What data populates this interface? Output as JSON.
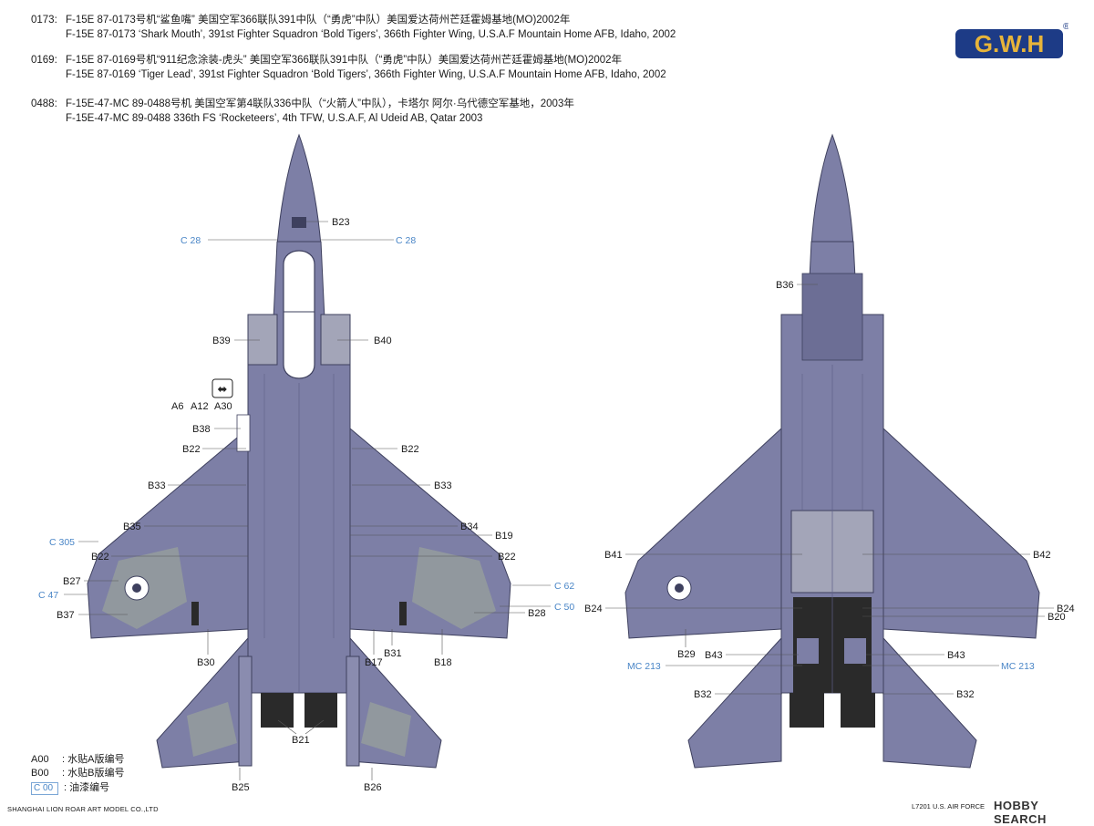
{
  "header": [
    {
      "code": "0173:",
      "line1": "F-15E 87-0173号机“鲨鱼嘴”  美国空军366联队391中队（“勇虎”中队）美国爱达荷州芒廷霍姆基地(MO)2002年",
      "line2": "F-15E 87-0173 ‘Shark Mouth’,  391st Fighter Squadron ‘Bold Tigers’, 366th Fighter Wing, U.S.A.F Mountain Home AFB, Idaho,  2002"
    },
    {
      "code": "0169:",
      "line1": "F-15E 87-0169号机“911纪念涂装-虎头”  美国空军366联队391中队（“勇虎”中队）美国爱达荷州芒廷霍姆基地(MO)2002年",
      "line2": "F-15E 87-0169 ‘Tiger Lead’,  391st Fighter Squadron ‘Bold Tigers’,  366th Fighter Wing, U.S.A.F Mountain Home AFB, Idaho,  2002"
    },
    {
      "code": "0488:",
      "line1": "F-15E-47-MC 89-0488号机 美国空军第4联队336中队（“火箭人”中队），卡塔尔 阿尔·乌代德空军基地，2003年",
      "line2": "F-15E-47-MC 89-0488 336th FS ‘Rocketeers’, 4th TFW, U.S.A.F, Al Udeid AB, Qatar 2003"
    }
  ],
  "logo": {
    "text": "G.W.H",
    "registered": "®"
  },
  "top_view_labels": {
    "b23": "B23",
    "b39": "B39",
    "b40": "B40",
    "b38": "B38",
    "b22": "B22",
    "b33": "B33",
    "b35": "B35",
    "b34": "B34",
    "b19": "B19",
    "b27": "B27",
    "b37": "B37",
    "b28": "B28",
    "b30": "B30",
    "b31": "B31",
    "b17": "B17",
    "b18": "B18",
    "b21": "B21",
    "b25": "B25",
    "b26": "B26",
    "a6": "A6",
    "a12": "A12",
    "a30": "A30",
    "c28": "C 28",
    "c305": "C 305",
    "c47": "C 47",
    "c62": "C 62",
    "c50": "C 50"
  },
  "bottom_view_labels": {
    "b36": "B36",
    "b41": "B41",
    "b42": "B42",
    "b24": "B24",
    "b20": "B20",
    "b29": "B29",
    "b43": "B43",
    "b32": "B32",
    "mc213": "MC 213"
  },
  "legend": [
    {
      "key": "A00",
      "sep": ":",
      "text": "水贴A版编号"
    },
    {
      "key": "B00",
      "sep": ":",
      "text": "水贴B版编号"
    },
    {
      "key": "C 00",
      "sep": ":",
      "text": "油漆编号"
    }
  ],
  "footer": {
    "left": "SHANGHAI LION ROAR ART MODEL CO.,LTD",
    "right": "L7201 U.S. AIR FORCE"
  },
  "watermark": "HOBBY SEARCH",
  "colors": {
    "aircraft": "#7d7fa6",
    "aircraft_dark": "#5e6088",
    "camo": "#9aa29b",
    "callout": "#4a86c7",
    "black": "#2a2a2a"
  }
}
